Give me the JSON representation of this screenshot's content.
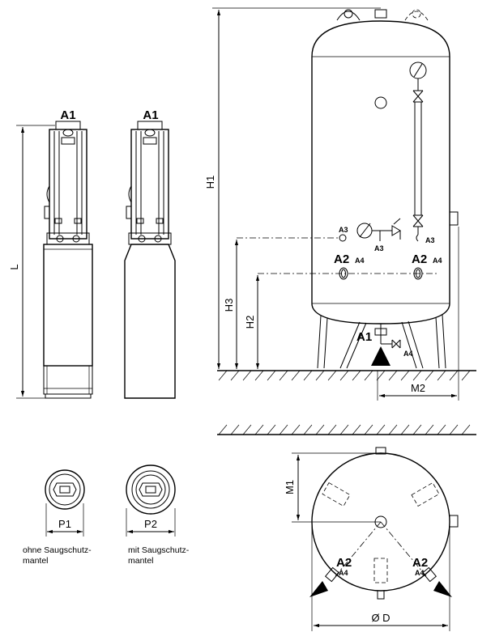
{
  "pump_left": {
    "top_label": "A1",
    "length_label": "L",
    "width_label": "P1",
    "caption_line1": "ohne Saugschutz-",
    "caption_line2": "mantel"
  },
  "pump_right": {
    "top_label": "A1",
    "width_label": "P2",
    "caption_line1": "mit Saugschutz-",
    "caption_line2": "mantel"
  },
  "tank_side": {
    "h1": "H1",
    "h2": "H2",
    "h3": "H3",
    "m2": "M2",
    "a1": "A1",
    "a2_left": "A2",
    "a2_right": "A2",
    "a4_left": "A4",
    "a4_right": "A4",
    "a4_bottom": "A4",
    "a3_left": "A3",
    "a3_mid": "A3",
    "a3_right": "A3"
  },
  "tank_top": {
    "m1": "M1",
    "diameter": "Ø D",
    "a2_left": "A2",
    "a2_right": "A2",
    "a4_left": "A4",
    "a4_right": "A4"
  }
}
